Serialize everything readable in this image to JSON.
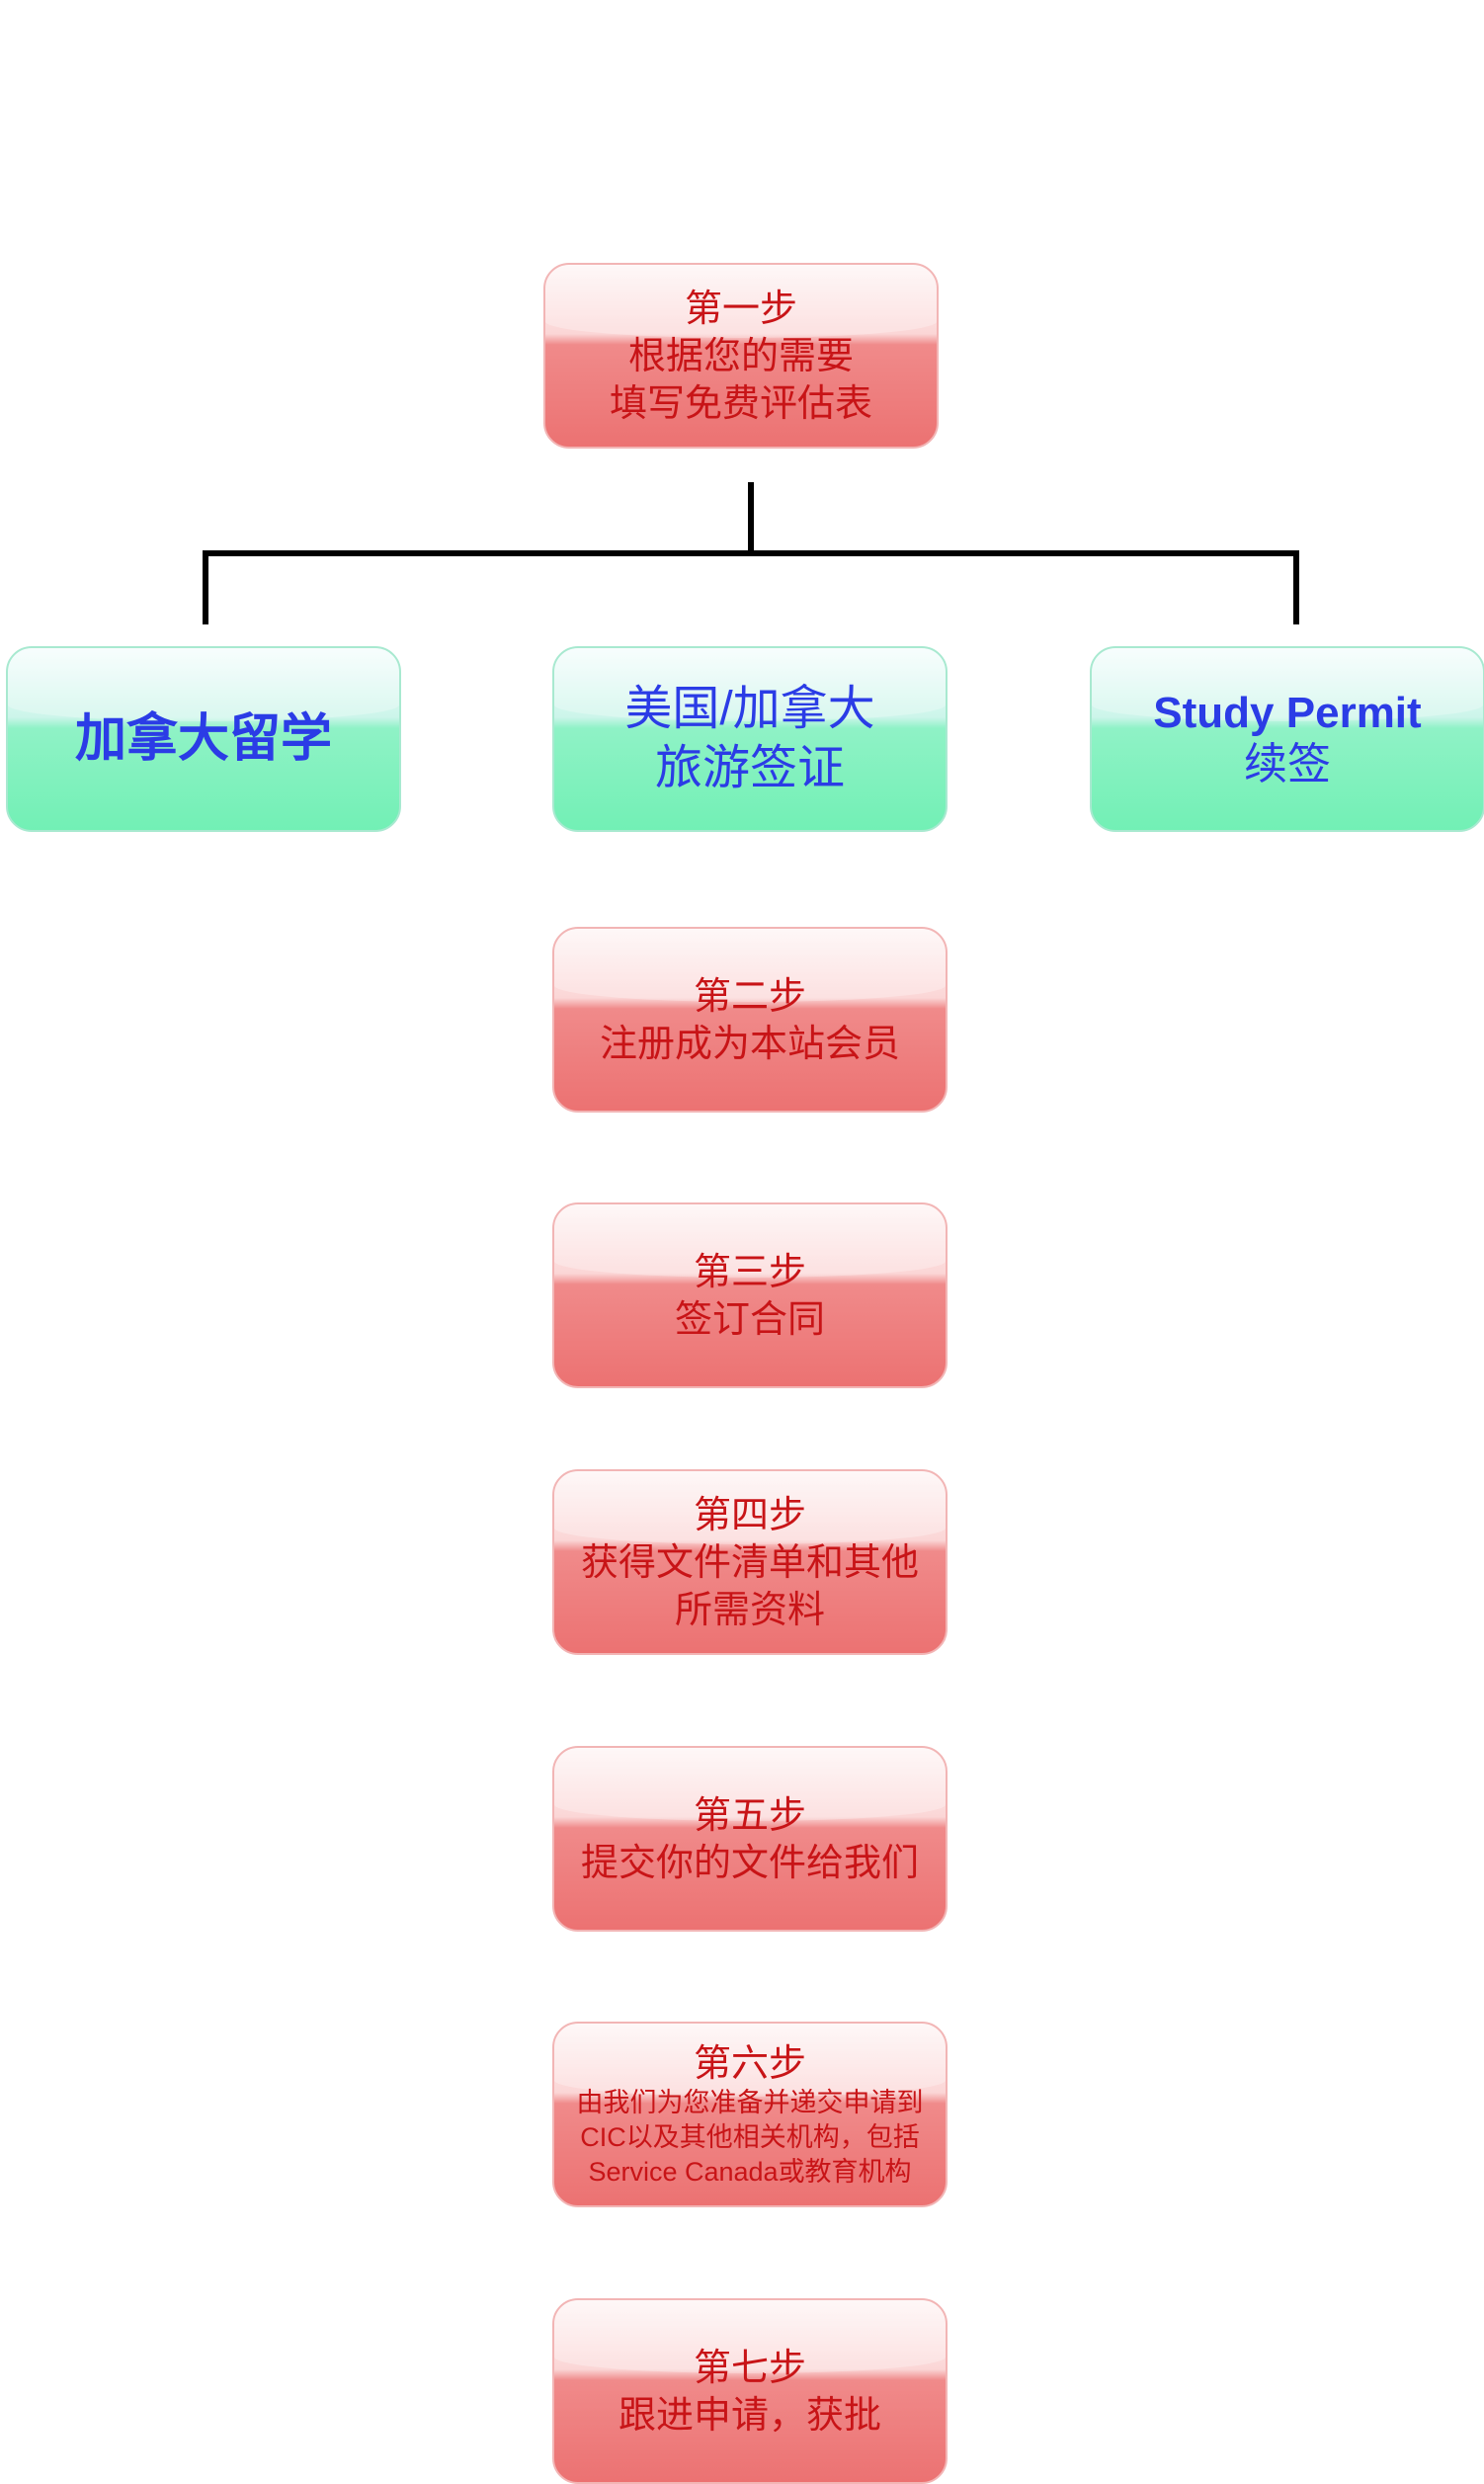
{
  "colors": {
    "step_box_fill": "#ec7272",
    "step_text": "#c81417",
    "option_box_fill": "#72f0b5",
    "option_text": "#2b3ce6",
    "connector": "#000000"
  },
  "step1": {
    "title": "第一步",
    "line1": "根据您的需要",
    "line2": "填写免费评估表"
  },
  "options": {
    "study": {
      "label": "加拿大留学"
    },
    "visa": {
      "line1": "美国/加拿大",
      "line2": "旅游签证"
    },
    "permit": {
      "line1": "Study Permit",
      "line2": "续签"
    }
  },
  "step2": {
    "title": "第二步",
    "line1": "注册成为本站会员"
  },
  "step3": {
    "title": "第三步",
    "line1": "签订合同"
  },
  "step4": {
    "title": "第四步",
    "line1": "获得文件清单和其他",
    "line2": "所需资料"
  },
  "step5": {
    "title": "第五步",
    "line1": "提交你的文件给我们"
  },
  "step6": {
    "title": "第六步",
    "line1": "由我们为您准备并递交申请到",
    "line2_latin": "CIC",
    "line2_cjk": "以及其他相关机构，包括",
    "line3_latin": "Service Canada",
    "line3_cjk": "或教育机构"
  },
  "step7": {
    "title": "第七步",
    "line1": "跟进申请，获批"
  }
}
